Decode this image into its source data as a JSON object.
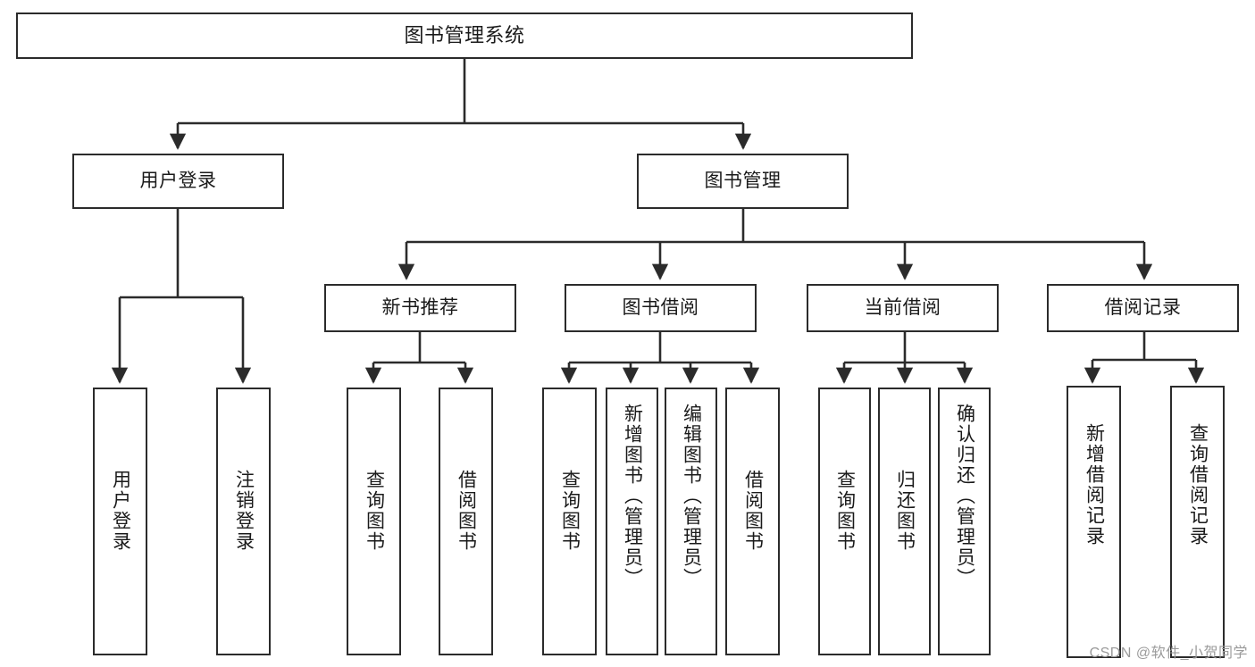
{
  "diagram": {
    "type": "tree",
    "title": "图书管理系统",
    "watermark": "CSDN @软件_小贺同学",
    "colors": {
      "stroke": "#2b2b2b",
      "fill": "#ffffff",
      "text": "#1a1a1a",
      "watermark": "#9a9a9a"
    },
    "nodes": {
      "root": {
        "label": "图书管理系统"
      },
      "level1": [
        {
          "id": "user-login",
          "label": "用户登录"
        },
        {
          "id": "book-manage",
          "label": "图书管理"
        }
      ],
      "level2": [
        {
          "id": "new-book-recommend",
          "label": "新书推荐"
        },
        {
          "id": "book-borrow",
          "label": "图书借阅"
        },
        {
          "id": "current-borrow",
          "label": "当前借阅"
        },
        {
          "id": "borrow-record",
          "label": "借阅记录"
        }
      ],
      "leaves": {
        "user_login": [
          {
            "id": "leaf-user-login",
            "label": "用户登录"
          },
          {
            "id": "leaf-logout-login",
            "label": "注销登录"
          }
        ],
        "new_book_recommend": [
          {
            "id": "leaf-query-book-1",
            "label": "查询图书"
          },
          {
            "id": "leaf-borrow-book-1",
            "label": "借阅图书"
          }
        ],
        "book_borrow": [
          {
            "id": "leaf-query-book-2",
            "label": "查询图书"
          },
          {
            "id": "leaf-add-book",
            "label": "新增图书（管理员）"
          },
          {
            "id": "leaf-edit-book",
            "label": "编辑图书（管理员）"
          },
          {
            "id": "leaf-borrow-book-2",
            "label": "借阅图书"
          }
        ],
        "current_borrow": [
          {
            "id": "leaf-query-book-3",
            "label": "查询图书"
          },
          {
            "id": "leaf-return-book",
            "label": "归还图书"
          },
          {
            "id": "leaf-confirm-return",
            "label": "确认归还（管理员）"
          }
        ],
        "borrow_record": [
          {
            "id": "leaf-add-record",
            "label": "新增借阅记录"
          },
          {
            "id": "leaf-query-record",
            "label": "查询借阅记录"
          }
        ]
      }
    }
  }
}
